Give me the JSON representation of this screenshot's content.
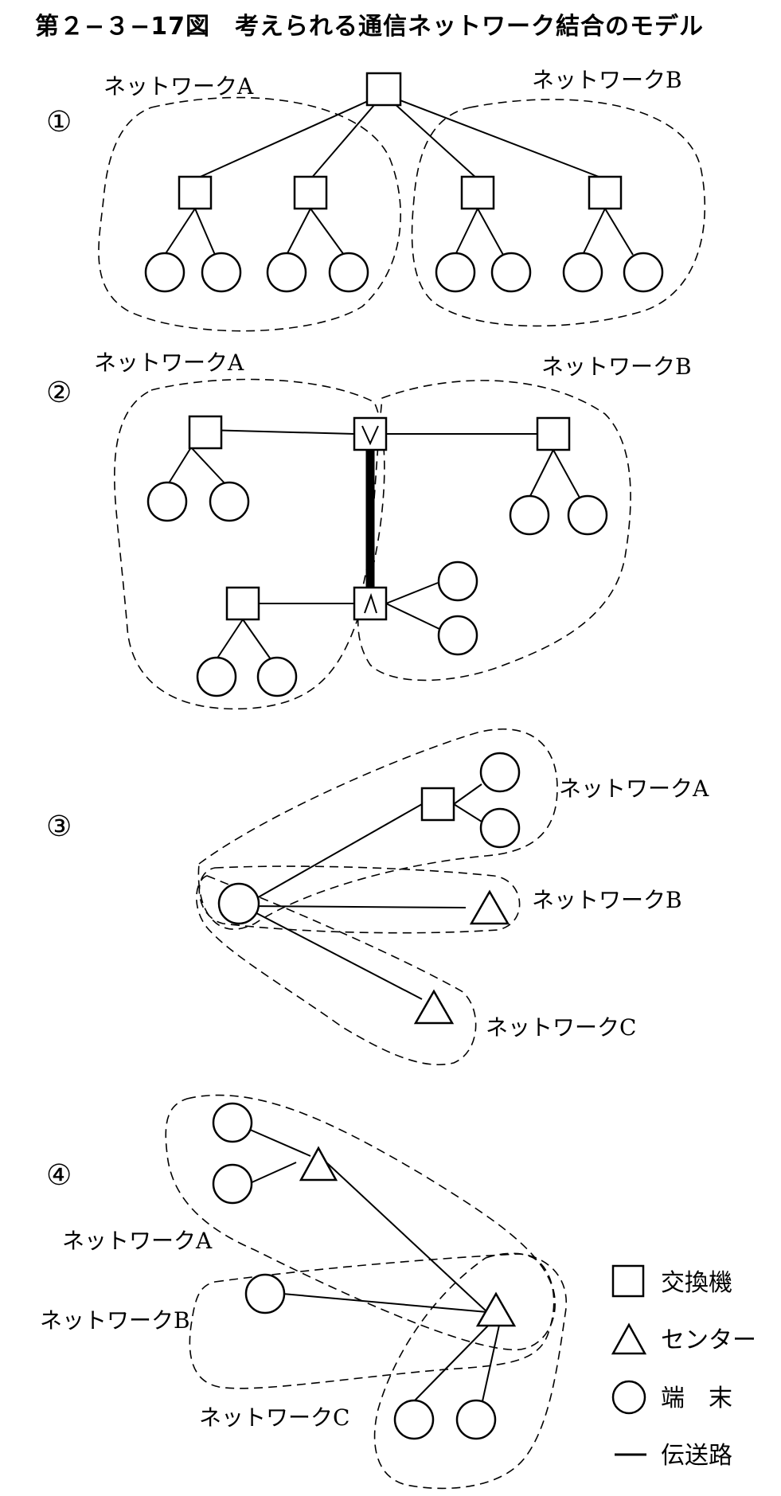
{
  "title": "第２−３−17図　考えられる通信ネットワーク結合のモデル",
  "panels": {
    "p1": {
      "number": "①",
      "net_a": "ネットワークA",
      "net_b": "ネットワークB"
    },
    "p2": {
      "number": "②",
      "net_a": "ネットワークA",
      "net_b": "ネットワークB"
    },
    "p3": {
      "number": "③",
      "net_a": "ネットワークA",
      "net_b": "ネットワークB",
      "net_c": "ネットワークC"
    },
    "p4": {
      "number": "④",
      "net_a": "ネットワークA",
      "net_b": "ネットワークB",
      "net_c": "ネットワークC"
    }
  },
  "legend": {
    "switch": "交換機",
    "center": "センター",
    "terminal": "端　末",
    "line": "伝送路"
  }
}
